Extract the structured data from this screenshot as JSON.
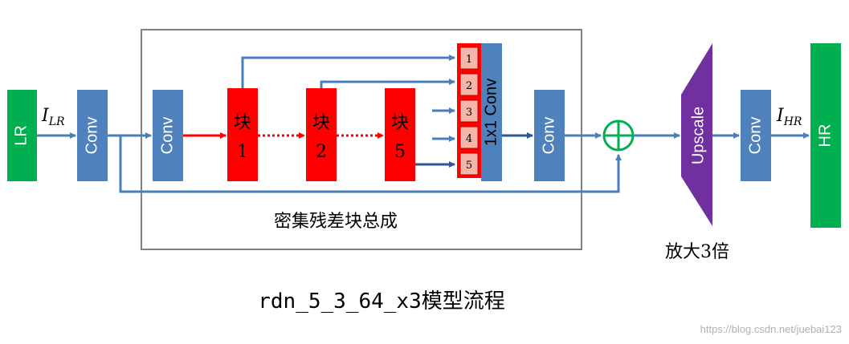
{
  "labels": {
    "lr": "LR",
    "hr": "HR",
    "conv": "Conv",
    "conv1x1": "1x1 Conv",
    "upscale": "Upscale",
    "block_char": "块",
    "block_ids": [
      "1",
      "2",
      "5"
    ],
    "concat_ids": [
      "1",
      "2",
      "3",
      "4",
      "5"
    ],
    "i_lr_main": "I",
    "i_lr_sub": "LR",
    "i_hr_main": "I",
    "i_hr_sub": "HR",
    "dense_group_caption": "密集残差块总成",
    "upscale_caption": "放大3倍",
    "figure_caption": "rdn_5_3_64_x3模型流程",
    "watermark": "https://blog.csdn.net/juebai123"
  },
  "colors": {
    "green": "#00b050",
    "conv_blue": "#4f81bd",
    "arrow_blue": "#4a7ebb",
    "block_red": "#ff0000",
    "concat_cell": "#f4b6a8",
    "upscale_purple": "#7030a0",
    "sum_green": "#00b050",
    "frame_gray": "#808080"
  },
  "icons": {
    "sum_node": "circled-plus-icon"
  }
}
